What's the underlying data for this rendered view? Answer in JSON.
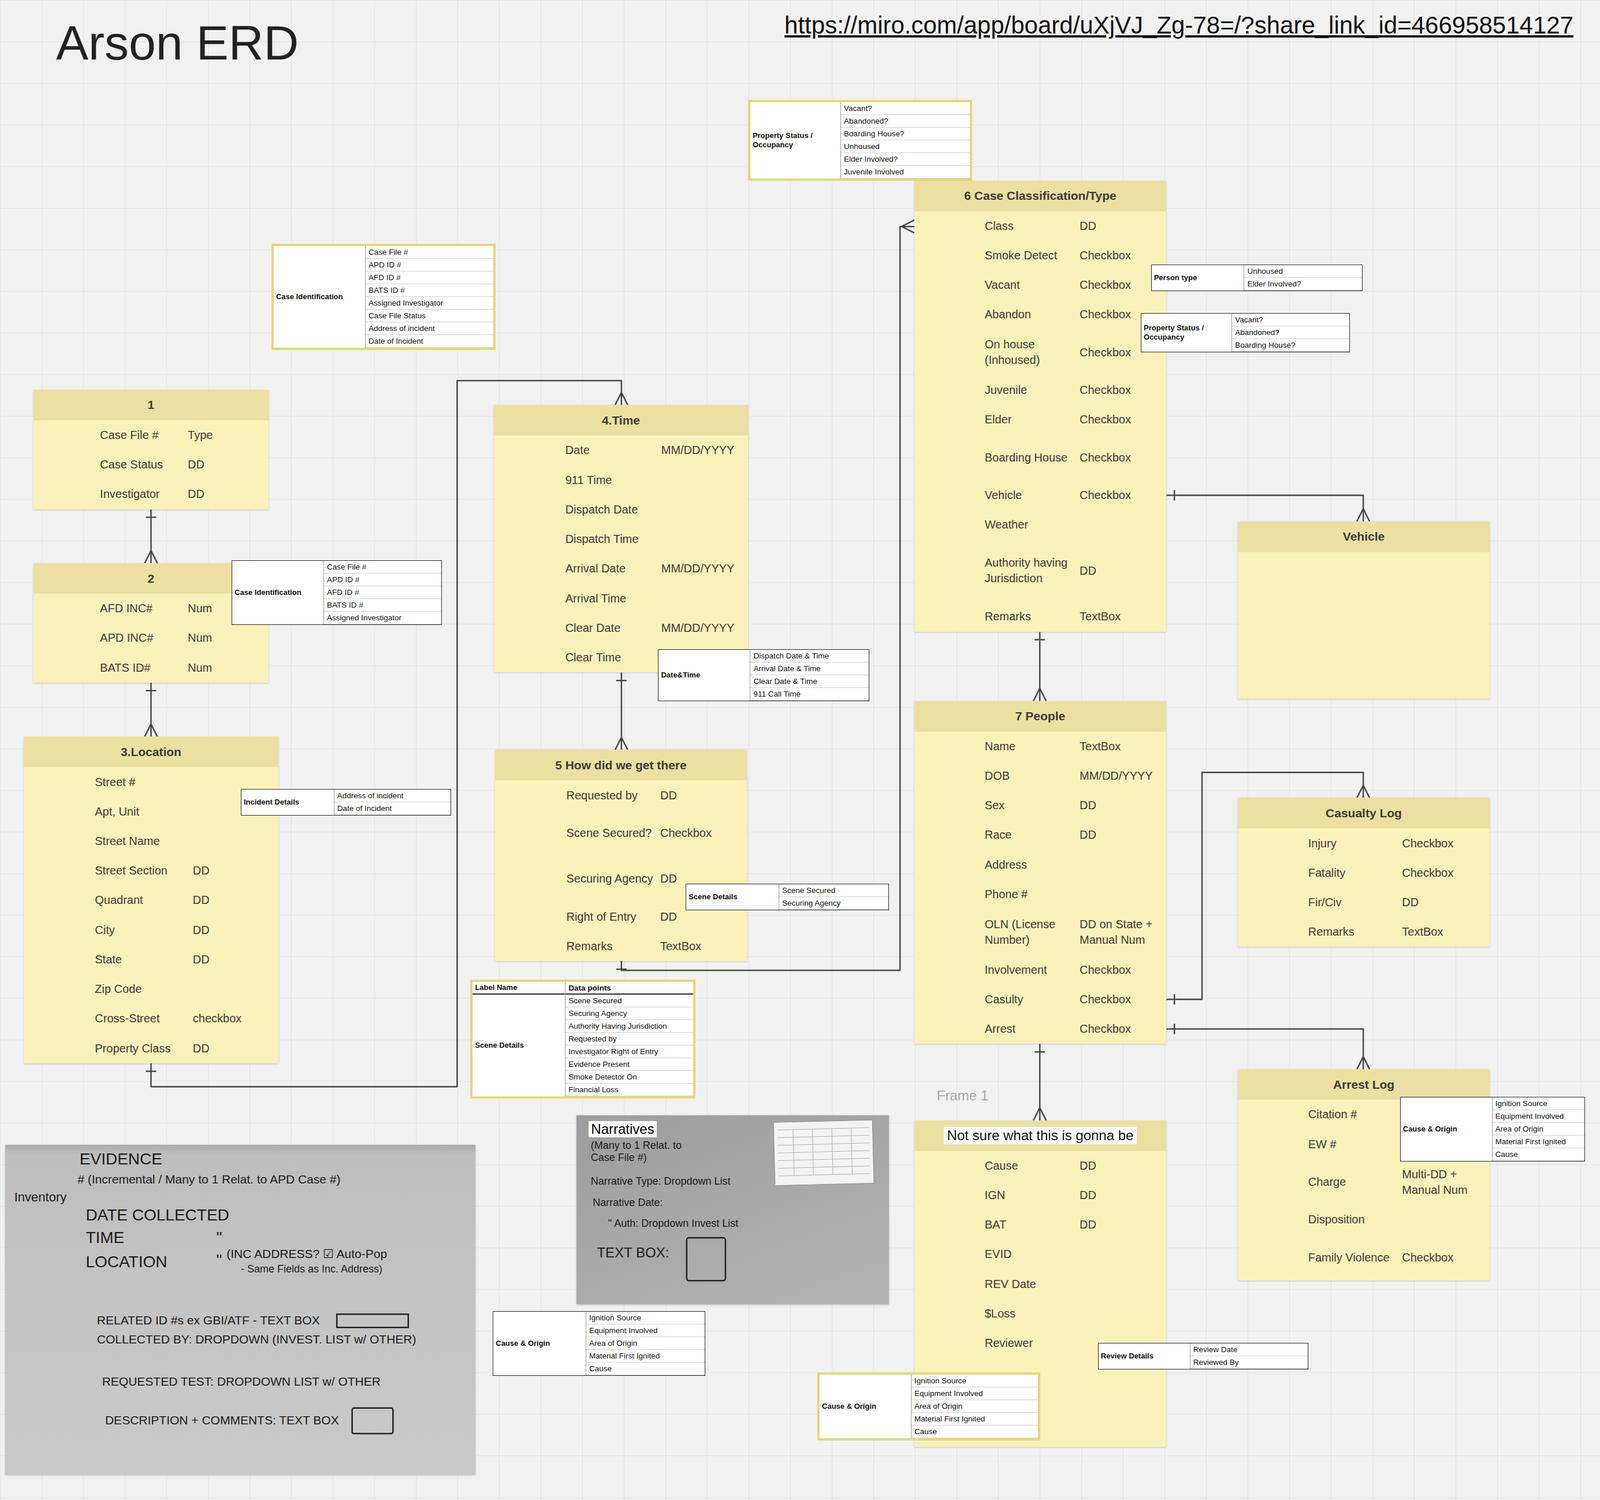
{
  "diagram": {
    "title": "Arson ERD",
    "nodes": [
      {
        "text": [
          "Property Status / Occupancy",
          "Vacant?",
          "Abandoned?",
          "Boarding House?",
          "Unhoused",
          "Elder Involved?",
          "Juvenile Involved"
        ]
      },
      {
        "text": [
          "6 Case Classification/Type",
          "Class",
          "DD",
          "Smoke Detect",
          "Checkbox",
          "Vacant",
          "Checkbox",
          "Abandon",
          "Checkbox",
          "On house (Inhoused)",
          "Checkbox",
          "Juvenile",
          "Checkbox",
          "Elder",
          "Checkbox",
          "Boarding House",
          "Checkbox",
          "Vehicle",
          "Checkbox",
          "Weather",
          "Authority having Jurisdiction",
          "DD",
          "Remarks",
          "TextBox"
        ]
      },
      {
        "text": [
          "Case Identification",
          "Case File #",
          "APD ID #",
          "AFD ID #",
          "BATS ID #",
          "Assigned Investigator",
          "Case File Status",
          "Address of incident",
          "Date of Incident"
        ]
      },
      {
        "text": [
          "Person type",
          "Unhoused",
          "Elder Involved?"
        ]
      },
      {
        "text": [
          "Property Status / Occupancy",
          "Vacant?",
          "Abandoned?",
          "Boarding House?"
        ]
      },
      {
        "text": [
          "1",
          "Case File #",
          "Type",
          "Case Status",
          "DD",
          "Investigator",
          "DD"
        ]
      },
      {
        "text": [
          "4.Time",
          "Date",
          "MM/DD/YYYY",
          "911 Time",
          "Dispatch Date",
          "Dispatch Time",
          "Arrival Date",
          "MM/DD/YYYY",
          "Arrival Time",
          "Clear Date",
          "MM/DD/YYYY",
          "Clear Time"
        ]
      },
      {
        "text": [
          "Vehicle"
        ]
      },
      {
        "text": [
          "2",
          "AFD INC#",
          "Num",
          "APD INC#",
          "Num",
          "BATS ID#",
          "Num"
        ]
      },
      {
        "text": [
          "Case Identification",
          "Case File #",
          "APD ID #",
          "AFD ID #",
          "BATS ID #",
          "Assigned Investigator"
        ]
      },
      {
        "text": [
          "Date&Time",
          "Dispatch Date & Time",
          "Arrival Date & Time",
          "Clear Date & Time",
          "911 Call Time"
        ]
      },
      {
        "text": [
          "7 People",
          "Name",
          "TextBox",
          "DOB",
          "MM/DD/YYYY",
          "Sex",
          "DD",
          "Race",
          "DD",
          "Address",
          "Phone #",
          "OLN (License Number)",
          "DD on State + Manual Num",
          "Involvement",
          "Checkbox",
          "Casulty",
          "Checkbox",
          "Arrest",
          "Checkbox"
        ]
      },
      {
        "text": [
          "3.Location",
          "Street #",
          "Apt, Unit",
          "Street Name",
          "Street Section",
          "DD",
          "Quadrant",
          "DD",
          "City",
          "DD",
          "State",
          "DD",
          "Zip Code",
          "Cross-Street",
          "checkbox",
          "Property Class",
          "DD"
        ]
      },
      {
        "text": [
          "5 How did we get there",
          "Requested by",
          "DD",
          "Scene Secured?",
          "Checkbox",
          "Securing Agency",
          "DD",
          "Right of Entry",
          "DD",
          "Remarks",
          "TextBox"
        ]
      },
      {
        "text": [
          "Incident Details",
          "Address of incident",
          "Date of Incident"
        ]
      },
      {
        "text": [
          "Casualty Log",
          "Injury",
          "Checkbox",
          "Fatality",
          "Checkbox",
          "Fir/Civ",
          "DD",
          "Remarks",
          "TextBox"
        ]
      },
      {
        "text": [
          "Scene Details",
          "Scene Secured",
          "Securing Agency"
        ]
      },
      {
        "text": [
          "Label Name",
          "Data points",
          "Scene Details",
          "Scene Secured",
          "Securing Agency",
          "Authority Having Jurisdiction",
          "Requested by",
          "Investigator Right of Entry",
          "Evidence Present",
          "Smoke Detector On",
          "Financial Loss"
        ]
      },
      {
        "text": [
          "Arrest Log",
          "Citation #",
          "EW #",
          "Charge",
          "Multi-DD + Manual Num",
          "Disposition",
          "Family Violence",
          "Checkbox"
        ]
      },
      {
        "text": [
          "Cause & Origin",
          "Ignition Source",
          "Equipment Involved",
          "Area of Origin",
          "Material First Ignited",
          "Cause"
        ]
      },
      {
        "text": [
          "Narratives",
          "(Many to 1 Relat. to Case File #)",
          "Narrative Type: Dropdown List",
          "Narrative Date:",
          "\" Auth: Dropdown Invest List",
          "TEXT BOX:"
        ]
      },
      {
        "text": [
          "Not sure what this is gonna be",
          "Cause",
          "DD",
          "IGN",
          "DD",
          "BAT",
          "DD",
          "EVID",
          "REV Date",
          "$Loss",
          "Reviewer"
        ]
      },
      {
        "text": [
          "EVIDENCE",
          "Inventory",
          "# (Incremental / Many to 1 Relat. to APD Case #)",
          "DATE COLLECTED",
          "TIME",
          "\"",
          "LOCATION",
          "\"",
          "(INC ADDRESS? ☑ Auto-Pop",
          "- Same Fields as Inc. Address)",
          "RELATED ID #s ex GBI/ATF - TEXT BOX",
          "COLLECTED BY: DROPDOWN (INVEST. LIST w/ OTHER)",
          "REQUESTED TEST: DROPDOWN LIST w/ OTHER",
          "DESCRIPTION + COMMENTS: TEXT BOX"
        ]
      },
      {
        "text": [
          "Cause & Origin",
          "Ignition Source",
          "Equipment Involved",
          "Area of Origin",
          "Material First Ignited",
          "Cause"
        ]
      },
      {
        "text": [
          "Review Details",
          "Review Date",
          "Reviewed By"
        ]
      },
      {
        "text": [
          "Cause & Origin",
          "Ignition Source",
          "Equipment Involved",
          "Area of Origin",
          "Material First Ignited",
          "Cause"
        ]
      }
    ],
    "edges": [
      {
        "from": 5,
        "to": 8,
        "arrow": "to"
      },
      {
        "from": 8,
        "to": 12,
        "arrow": "to"
      },
      {
        "from": 12,
        "to": 6,
        "arrow": "to"
      },
      {
        "from": 6,
        "to": 13,
        "arrow": "to"
      },
      {
        "from": 13,
        "to": 1,
        "arrow": "to"
      },
      {
        "from": 1,
        "to": 11,
        "arrow": "to"
      },
      {
        "from": 1,
        "to": 7,
        "arrow": "to"
      },
      {
        "from": 11,
        "to": 15,
        "arrow": "to"
      },
      {
        "from": 11,
        "to": 18,
        "arrow": "to"
      },
      {
        "from": 11,
        "to": 21,
        "arrow": "to"
      }
    ],
    "labels": [
      "https://miro.com/app/board/uXjVJ_Zg-78=/?share_link_id=466958514127",
      "Frame 1"
    ]
  }
}
